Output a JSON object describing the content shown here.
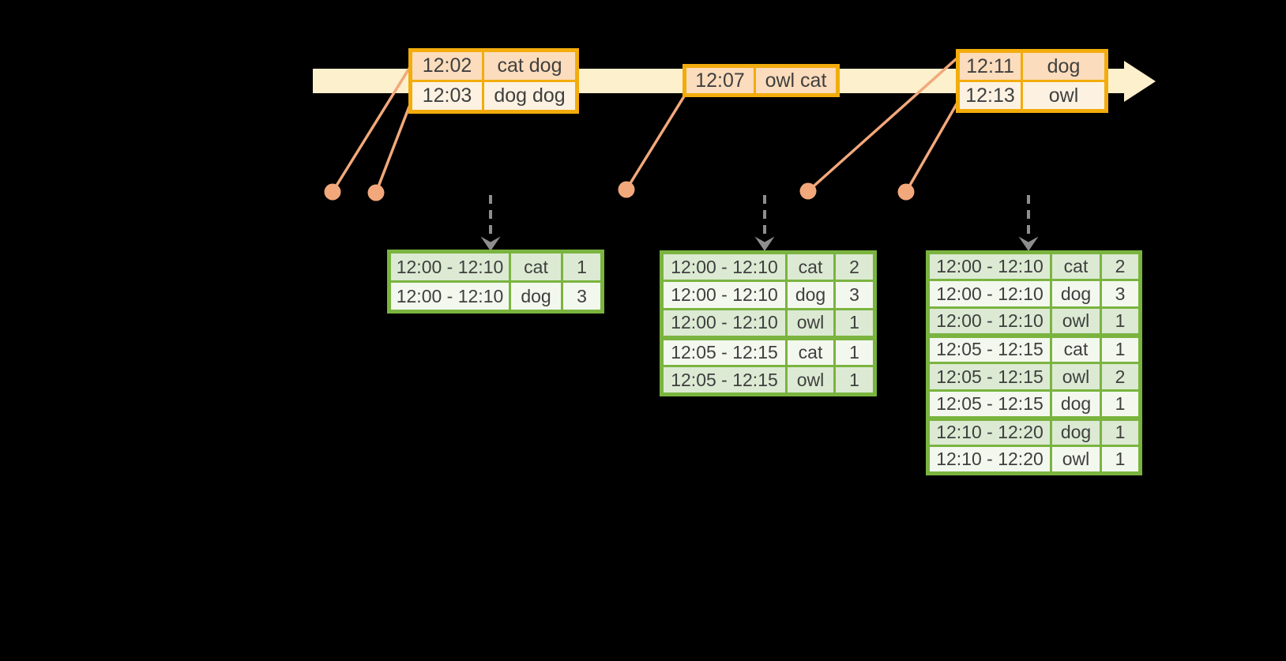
{
  "colors": {
    "background": "#000000",
    "timeline_band": "#fdf0cc",
    "event_border": "#f2ac0c",
    "event_fill_a": "#fbdcbc",
    "event_fill_b": "#fdf2e2",
    "result_border": "#7ab43f",
    "result_fill_a": "#dcead3",
    "result_fill_b": "#f3f8ef",
    "connector": "#f2a87b",
    "trigger_arrow": "#8e8e8e",
    "text": "#3f3f3f"
  },
  "event_tables": [
    {
      "rows": [
        {
          "time": "12:02",
          "words": "cat dog"
        },
        {
          "time": "12:03",
          "words": "dog dog"
        }
      ]
    },
    {
      "rows": [
        {
          "time": "12:07",
          "words": "owl cat"
        }
      ]
    },
    {
      "rows": [
        {
          "time": "12:11",
          "words": "dog"
        },
        {
          "time": "12:13",
          "words": "owl"
        }
      ]
    }
  ],
  "result_tables": [
    {
      "rows": [
        {
          "window": "12:00 - 12:10",
          "word": "cat",
          "count": "1"
        },
        {
          "window": "12:00 - 12:10",
          "word": "dog",
          "count": "3"
        }
      ]
    },
    {
      "rows": [
        {
          "window": "12:00 - 12:10",
          "word": "cat",
          "count": "2"
        },
        {
          "window": "12:00 - 12:10",
          "word": "dog",
          "count": "3"
        },
        {
          "window": "12:00 - 12:10",
          "word": "owl",
          "count": "1"
        },
        {
          "window": "12:05 - 12:15",
          "word": "cat",
          "count": "1",
          "new_group": true
        },
        {
          "window": "12:05 - 12:15",
          "word": "owl",
          "count": "1"
        }
      ]
    },
    {
      "rows": [
        {
          "window": "12:00 - 12:10",
          "word": "cat",
          "count": "2"
        },
        {
          "window": "12:00 - 12:10",
          "word": "dog",
          "count": "3"
        },
        {
          "window": "12:00 - 12:10",
          "word": "owl",
          "count": "1"
        },
        {
          "window": "12:05 - 12:15",
          "word": "cat",
          "count": "1",
          "new_group": true
        },
        {
          "window": "12:05 - 12:15",
          "word": "owl",
          "count": "2"
        },
        {
          "window": "12:05 - 12:15",
          "word": "dog",
          "count": "1"
        },
        {
          "window": "12:10 - 12:20",
          "word": "dog",
          "count": "1",
          "new_group": true
        },
        {
          "window": "12:10 - 12:20",
          "word": "owl",
          "count": "1"
        }
      ]
    }
  ]
}
